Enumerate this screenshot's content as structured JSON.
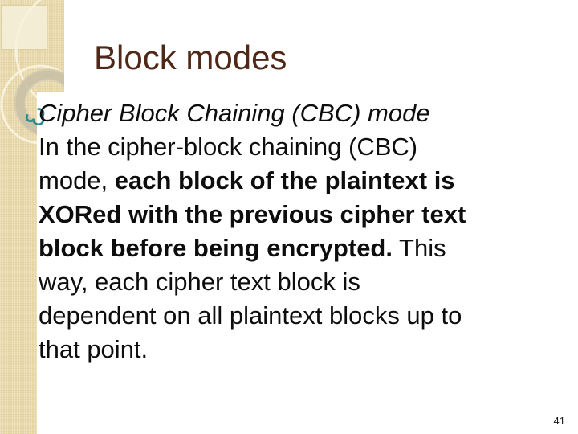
{
  "slide": {
    "title": "Block modes",
    "page_number": "41",
    "colors": {
      "title": "#4f2817",
      "bullet": "#2d8c8c",
      "band": "#e8d9ac",
      "text": "#0d0d0d",
      "pagenum": "#1a1a1a"
    },
    "bullet_icon": "swirl-bullet-icon",
    "lines": [
      {
        "bullet": true,
        "runs": [
          {
            "text": "Cipher Block Chaining (CBC) mode",
            "style": "italic"
          }
        ]
      },
      {
        "runs": [
          {
            "text": "In the cipher-block chaining (CBC)",
            "style": "regular"
          }
        ]
      },
      {
        "runs": [
          {
            "text": "mode, ",
            "style": "regular"
          },
          {
            "text": "each block of the plaintext is",
            "style": "bold"
          }
        ]
      },
      {
        "runs": [
          {
            "text": "XORed with the previous cipher text",
            "style": "bold"
          }
        ]
      },
      {
        "runs": [
          {
            "text": "block before being encrypted.",
            "style": "bold"
          },
          {
            "text": " This",
            "style": "regular"
          }
        ]
      },
      {
        "runs": [
          {
            "text": "way, each cipher text block is",
            "style": "regular"
          }
        ]
      },
      {
        "runs": [
          {
            "text": "dependent on all plaintext blocks up to",
            "style": "regular"
          }
        ]
      },
      {
        "runs": [
          {
            "text": "that point.",
            "style": "regular"
          }
        ]
      }
    ]
  }
}
